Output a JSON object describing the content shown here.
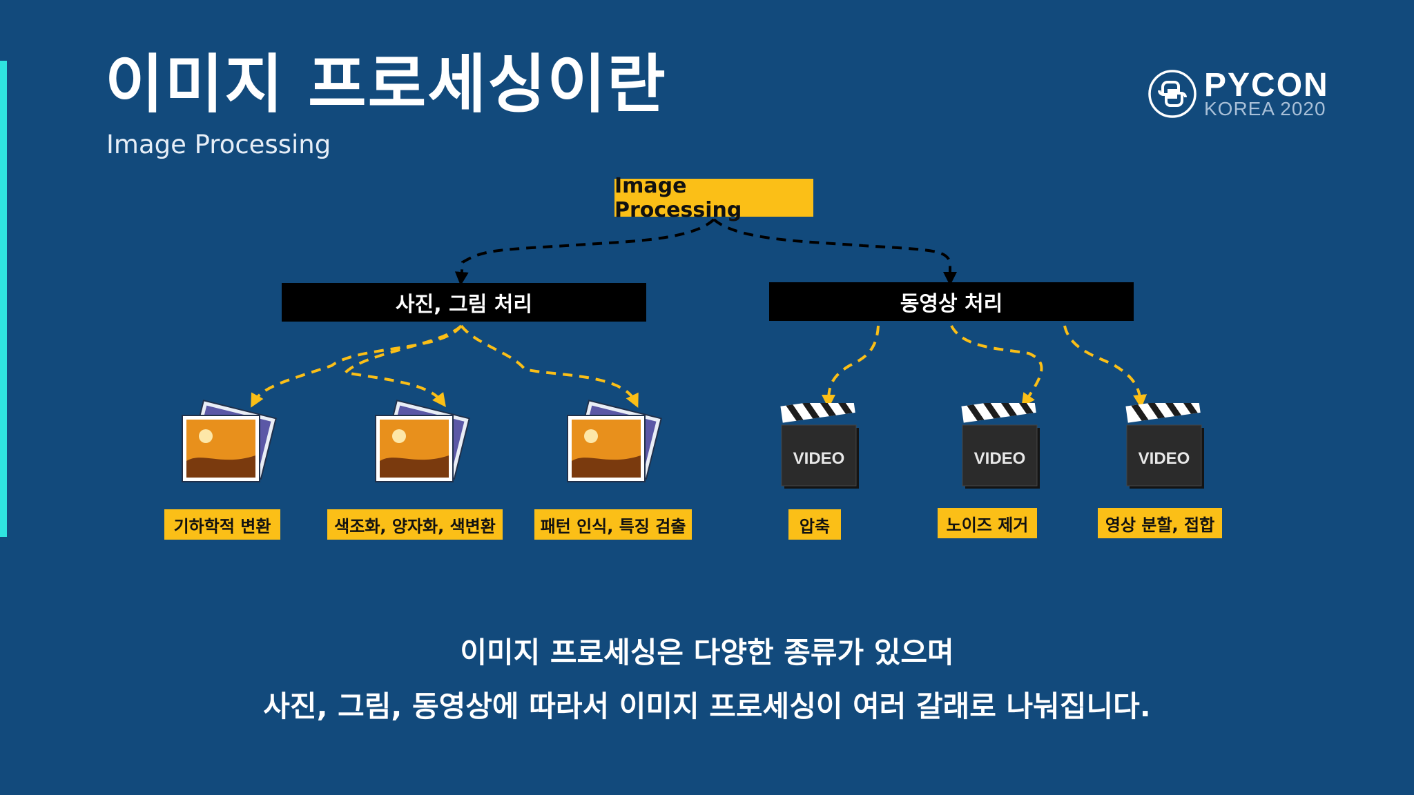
{
  "slide": {
    "title": "이미지 프로세싱이란",
    "subtitle": "Image Processing"
  },
  "logo": {
    "name": "PYCON",
    "sub": "KOREA 2020"
  },
  "diagram": {
    "root": "Image Processing",
    "categories": [
      {
        "label": "사진, 그림 처리"
      },
      {
        "label": "동영상 처리"
      }
    ],
    "photo_leaves": [
      {
        "label": "기하학적 변환"
      },
      {
        "label": "색조화, 양자화, 색변환"
      },
      {
        "label": "패턴 인식, 특징 검출"
      }
    ],
    "video_leaves": [
      {
        "label": "압축",
        "icon_text": "VIDEO"
      },
      {
        "label": "노이즈 제거",
        "icon_text": "VIDEO"
      },
      {
        "label": "영상 분할, 접합",
        "icon_text": "VIDEO"
      }
    ]
  },
  "caption": {
    "line1": "이미지 프로세싱은 다양한 종류가 있으며",
    "line2": "사진, 그림, 동영상에 따라서 이미지 프로세싱이 여러 갈래로 나눠집니다."
  },
  "colors": {
    "background": "#124a7c",
    "accent": "#2fe3e0",
    "highlight": "#fbbf17",
    "box_dark": "#000000"
  }
}
